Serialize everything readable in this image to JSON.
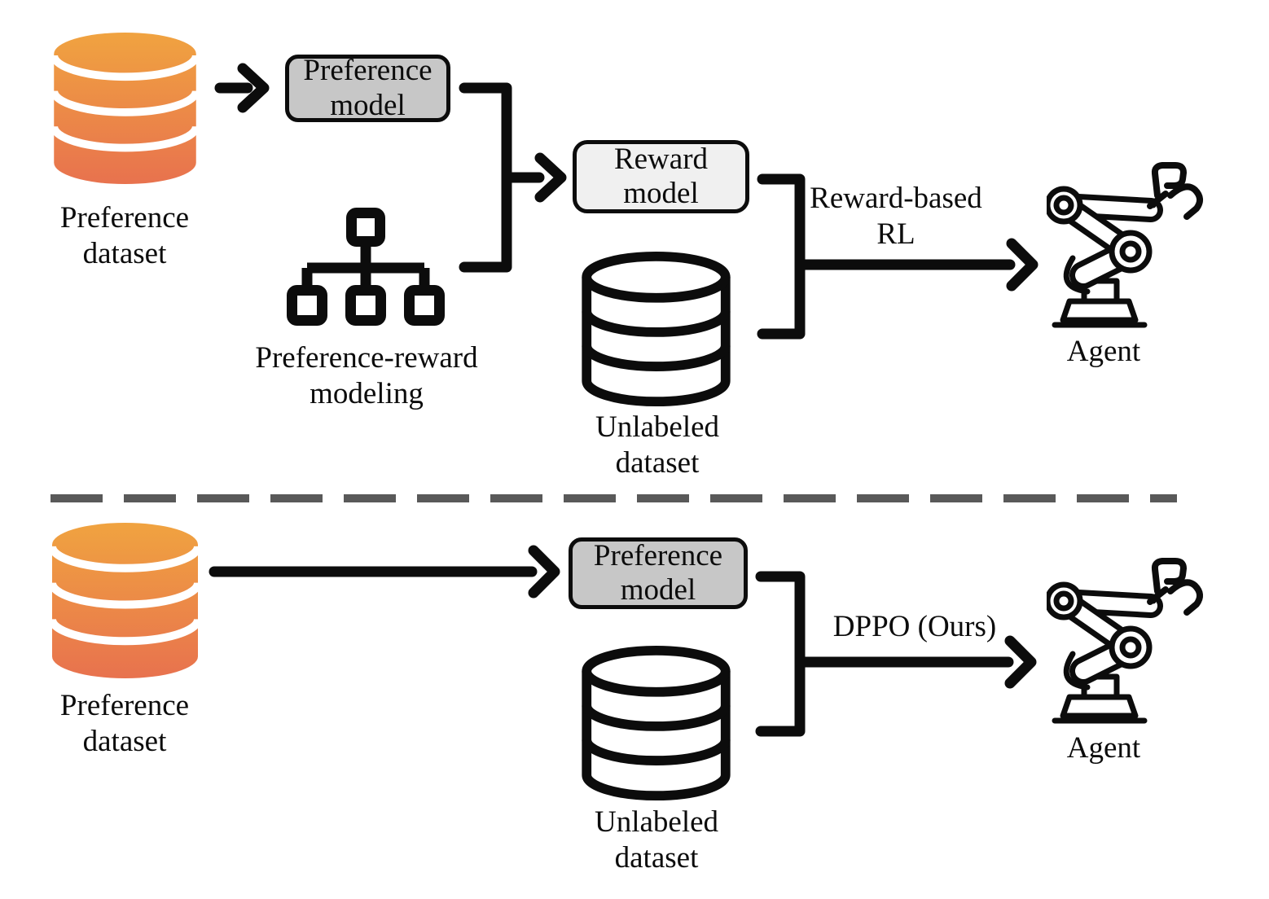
{
  "title": "Preference-based RL pipelines: reward-based RL vs DPPO",
  "colors": {
    "ink": "#0c0c0c",
    "box_dark": "#c7c7c7",
    "box_light": "#f0f0f0",
    "divider": "#595959",
    "db_gradient_top": "#F0A340",
    "db_gradient_bottom": "#E8724E"
  },
  "icons": {
    "preference_dataset": "database-cylinder-icon (orange)",
    "unlabeled_dataset": "database-cylinder-icon (outline)",
    "preference_reward_modeling": "org-chart-hierarchy-icon",
    "agent": "robot-arm-icon",
    "flow": "arrow-right-icon",
    "merge": "square-bracket-merge"
  },
  "top_pipeline": {
    "preference_dataset_label": "Preference dataset",
    "preference_model_label": "Preference model",
    "preference_reward_modeling_label": "Preference-reward modeling",
    "reward_model_label": "Reward model",
    "unlabeled_dataset_label": "Unlabeled dataset",
    "arrow_label": "Reward-based RL",
    "agent_label": "Agent"
  },
  "bottom_pipeline": {
    "preference_dataset_label": "Preference dataset",
    "preference_model_label": "Preference model",
    "unlabeled_dataset_label": "Unlabeled dataset",
    "arrow_label": "DPPO (Ours)",
    "agent_label": "Agent"
  }
}
